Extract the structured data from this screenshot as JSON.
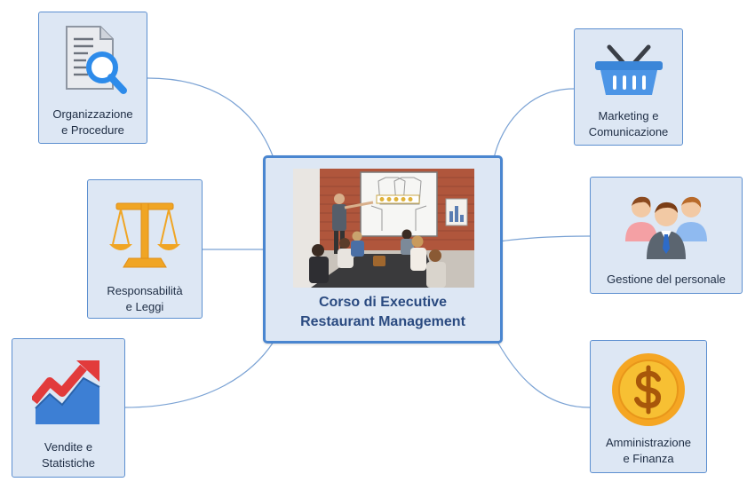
{
  "center": {
    "title": "Corso di Executive\nRestaurant Management",
    "image": "restaurant-meeting-photo"
  },
  "nodes": {
    "organizzazione": {
      "label": "Organizzazione\ne Procedure",
      "icon": "document-search-icon"
    },
    "responsabilita": {
      "label": "Responsabilità\ne Leggi",
      "icon": "scales-icon"
    },
    "vendite": {
      "label": "Vendite e\nStatistiche",
      "icon": "growth-chart-icon"
    },
    "marketing": {
      "label": "Marketing e\nComunicazione",
      "icon": "shopping-basket-icon"
    },
    "personale": {
      "label": "Gestione del personale",
      "icon": "people-group-icon"
    },
    "amministrazione": {
      "label": "Amministrazione\ne Finanza",
      "icon": "dollar-coin-icon"
    }
  },
  "colors": {
    "node_fill": "#dde7f4",
    "node_border": "#5c8fd0",
    "connector": "#6f9bd0",
    "title_text": "#2a4a80"
  }
}
